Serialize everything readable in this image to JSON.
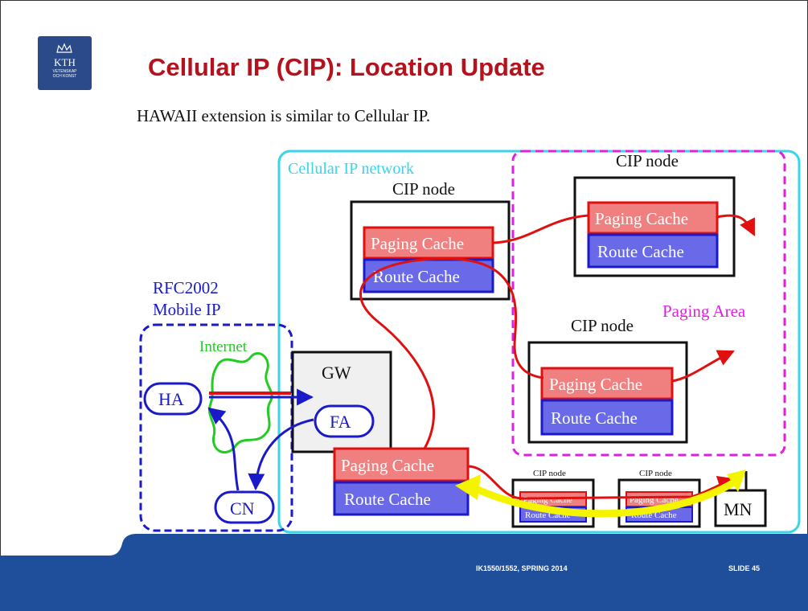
{
  "slide": {
    "title": "Cellular IP (CIP): Location Update",
    "subtitle": "HAWAII extension is similar to Cellular IP.",
    "logo": {
      "text": "KTH",
      "sub1": "VETENSKAP",
      "sub2": "OCH KONST"
    },
    "footer": {
      "course": "IK1550/1552, SPRING 2014",
      "slide_number": "SLIDE 45"
    }
  },
  "diagram": {
    "cellular_network_label": "Cellular IP network",
    "rfc_label_line1": "RFC2002",
    "rfc_label_line2": "Mobile IP",
    "internet_label": "Internet",
    "paging_area_label": "Paging Area",
    "cip_node_label": "CIP node",
    "paging_cache_label": "Paging Cache",
    "route_cache_label": "Route Cache",
    "gw_label": "GW",
    "fa_label": "FA",
    "ha_label": "HA",
    "cn_label": "CN",
    "mn_label": "MN"
  },
  "colors": {
    "title": "#b4121c",
    "footer": "#1f4f9b",
    "paging_cache": "#f08080",
    "route_cache": "#6a6ae8",
    "cyan": "#38d4e8",
    "magenta": "#e020e0",
    "blue": "#1a1ac8",
    "green": "#22cc22",
    "red": "#e01010",
    "yellow": "#f4f400"
  }
}
